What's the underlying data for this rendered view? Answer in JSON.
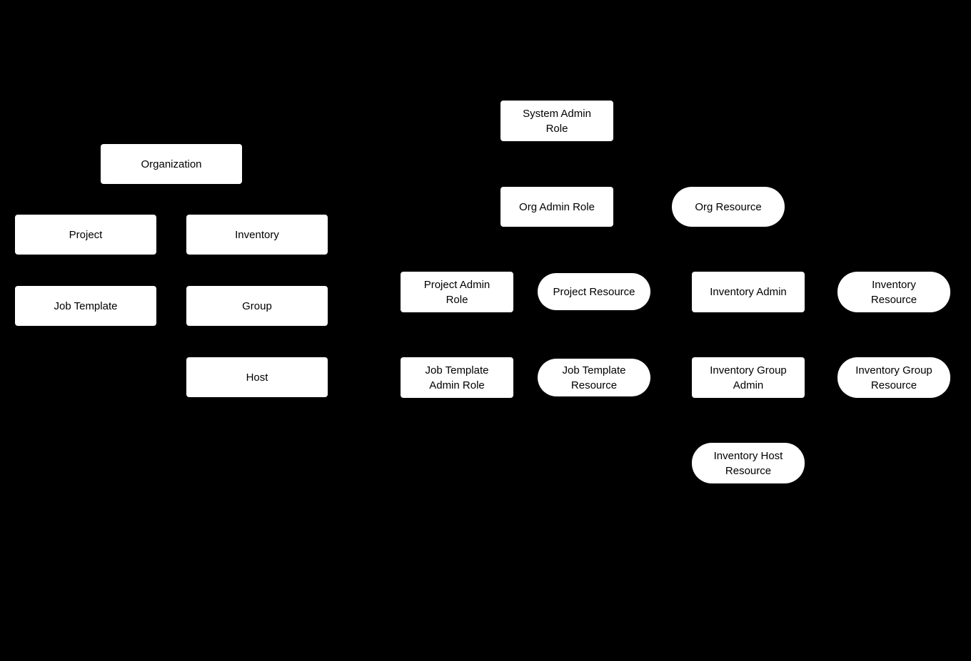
{
  "diagram": {
    "description": "RBAC role/resource hierarchy diagram on black background",
    "colors": {
      "background": "#000000",
      "node_fill": "#ffffff",
      "node_text": "#000000"
    }
  },
  "nodes": [
    {
      "id": "organization",
      "label": "Organization",
      "shape": "rect"
    },
    {
      "id": "project",
      "label": "Project",
      "shape": "rect"
    },
    {
      "id": "inventory",
      "label": "Inventory",
      "shape": "rect"
    },
    {
      "id": "job-template",
      "label": "Job Template",
      "shape": "rect"
    },
    {
      "id": "group",
      "label": "Group",
      "shape": "rect"
    },
    {
      "id": "host",
      "label": "Host",
      "shape": "rect"
    },
    {
      "id": "system-admin-role",
      "label": "System Admin\nRole",
      "shape": "rect"
    },
    {
      "id": "org-admin-role",
      "label": "Org Admin Role",
      "shape": "rect"
    },
    {
      "id": "org-resource",
      "label": "Org Resource",
      "shape": "pill"
    },
    {
      "id": "project-admin-role",
      "label": "Project Admin\nRole",
      "shape": "rect"
    },
    {
      "id": "project-resource",
      "label": "Project Resource",
      "shape": "pill"
    },
    {
      "id": "inventory-admin",
      "label": "Inventory Admin",
      "shape": "rect"
    },
    {
      "id": "inventory-resource",
      "label": "Inventory\nResource",
      "shape": "pill"
    },
    {
      "id": "job-template-admin-role",
      "label": "Job Template\nAdmin Role",
      "shape": "rect"
    },
    {
      "id": "job-template-resource",
      "label": "Job Template\nResource",
      "shape": "pill"
    },
    {
      "id": "inventory-group-admin",
      "label": "Inventory Group\nAdmin",
      "shape": "rect"
    },
    {
      "id": "inventory-group-resource",
      "label": "Inventory Group\nResource",
      "shape": "pill"
    },
    {
      "id": "inventory-host-resource",
      "label": "Inventory Host\nResource",
      "shape": "pill"
    }
  ]
}
